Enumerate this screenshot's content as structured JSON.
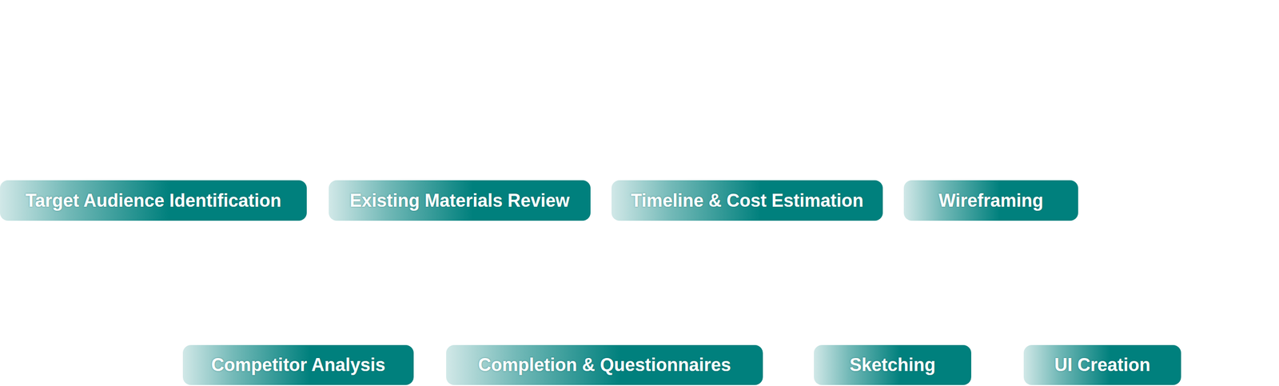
{
  "diagram": {
    "nodes": [
      {
        "text": [
          "Target Audience Identification"
        ]
      },
      {
        "text": [
          "Existing Materials Review"
        ]
      },
      {
        "text": [
          "Timeline & Cost Estimation"
        ]
      },
      {
        "text": [
          "Wireframing"
        ]
      },
      {
        "text": [
          "Competitor Analysis"
        ]
      },
      {
        "text": [
          "Completion & Questionnaires"
        ]
      },
      {
        "text": [
          "Sketching"
        ]
      },
      {
        "text": [
          "UI Creation"
        ]
      }
    ]
  }
}
